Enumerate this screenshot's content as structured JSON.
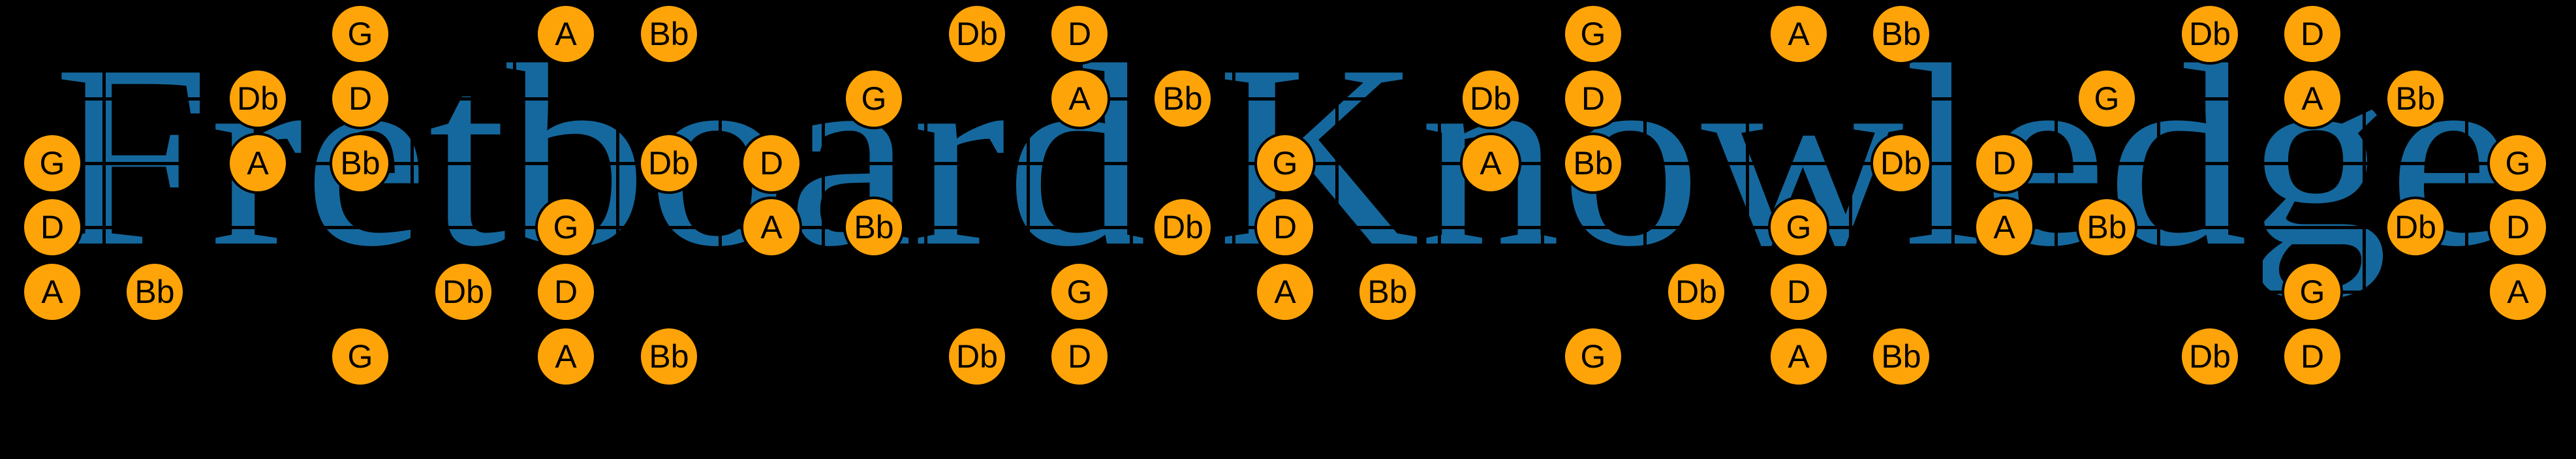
{
  "title": "Fretboard Knowledge",
  "colors": {
    "background": "#000000",
    "title_blue": "#15689d",
    "grid_line": "#000000",
    "note_fill": "#ffa408",
    "note_stroke": "#000000",
    "note_text": "#000000"
  },
  "fretboard": {
    "strings_count": 6,
    "frets_count": 25,
    "column_x": [
      80,
      237,
      395,
      552,
      710,
      867,
      1025,
      1182,
      1339,
      1497,
      1654,
      1812,
      1969,
      2126,
      2284,
      2441,
      2599,
      2756,
      2913,
      3071,
      3228,
      3386,
      3543,
      3701,
      3858
    ],
    "string_y": [
      52,
      151,
      250,
      348,
      447,
      546
    ],
    "fret_line_x": [
      159,
      316,
      473,
      631,
      788,
      946,
      1103,
      1261,
      1418,
      1575,
      1733,
      1890,
      2048,
      2205,
      2363,
      2520,
      2677,
      2835,
      2992,
      3150,
      3307,
      3464,
      3622,
      3779
    ],
    "note_radius": 47,
    "notes": [
      {
        "string": 0,
        "fret": 3,
        "label": "G"
      },
      {
        "string": 0,
        "fret": 5,
        "label": "A"
      },
      {
        "string": 0,
        "fret": 6,
        "label": "Bb"
      },
      {
        "string": 0,
        "fret": 9,
        "label": "Db"
      },
      {
        "string": 0,
        "fret": 10,
        "label": "D"
      },
      {
        "string": 0,
        "fret": 15,
        "label": "G"
      },
      {
        "string": 0,
        "fret": 17,
        "label": "A"
      },
      {
        "string": 0,
        "fret": 18,
        "label": "Bb"
      },
      {
        "string": 0,
        "fret": 21,
        "label": "Db"
      },
      {
        "string": 0,
        "fret": 22,
        "label": "D"
      },
      {
        "string": 1,
        "fret": 2,
        "label": "Db"
      },
      {
        "string": 1,
        "fret": 3,
        "label": "D"
      },
      {
        "string": 1,
        "fret": 8,
        "label": "G"
      },
      {
        "string": 1,
        "fret": 10,
        "label": "A"
      },
      {
        "string": 1,
        "fret": 11,
        "label": "Bb"
      },
      {
        "string": 1,
        "fret": 14,
        "label": "Db"
      },
      {
        "string": 1,
        "fret": 15,
        "label": "D"
      },
      {
        "string": 1,
        "fret": 20,
        "label": "G"
      },
      {
        "string": 1,
        "fret": 22,
        "label": "A"
      },
      {
        "string": 1,
        "fret": 23,
        "label": "Bb"
      },
      {
        "string": 2,
        "fret": 0,
        "label": "G"
      },
      {
        "string": 2,
        "fret": 2,
        "label": "A"
      },
      {
        "string": 2,
        "fret": 3,
        "label": "Bb"
      },
      {
        "string": 2,
        "fret": 6,
        "label": "Db"
      },
      {
        "string": 2,
        "fret": 7,
        "label": "D"
      },
      {
        "string": 2,
        "fret": 12,
        "label": "G"
      },
      {
        "string": 2,
        "fret": 14,
        "label": "A"
      },
      {
        "string": 2,
        "fret": 15,
        "label": "Bb"
      },
      {
        "string": 2,
        "fret": 18,
        "label": "Db"
      },
      {
        "string": 2,
        "fret": 19,
        "label": "D"
      },
      {
        "string": 2,
        "fret": 24,
        "label": "G"
      },
      {
        "string": 3,
        "fret": 0,
        "label": "D"
      },
      {
        "string": 3,
        "fret": 5,
        "label": "G"
      },
      {
        "string": 3,
        "fret": 7,
        "label": "A"
      },
      {
        "string": 3,
        "fret": 8,
        "label": "Bb"
      },
      {
        "string": 3,
        "fret": 11,
        "label": "Db"
      },
      {
        "string": 3,
        "fret": 12,
        "label": "D"
      },
      {
        "string": 3,
        "fret": 17,
        "label": "G"
      },
      {
        "string": 3,
        "fret": 19,
        "label": "A"
      },
      {
        "string": 3,
        "fret": 20,
        "label": "Bb"
      },
      {
        "string": 3,
        "fret": 23,
        "label": "Db"
      },
      {
        "string": 3,
        "fret": 24,
        "label": "D"
      },
      {
        "string": 4,
        "fret": 0,
        "label": "A"
      },
      {
        "string": 4,
        "fret": 1,
        "label": "Bb"
      },
      {
        "string": 4,
        "fret": 4,
        "label": "Db"
      },
      {
        "string": 4,
        "fret": 5,
        "label": "D"
      },
      {
        "string": 4,
        "fret": 10,
        "label": "G"
      },
      {
        "string": 4,
        "fret": 12,
        "label": "A"
      },
      {
        "string": 4,
        "fret": 13,
        "label": "Bb"
      },
      {
        "string": 4,
        "fret": 16,
        "label": "Db"
      },
      {
        "string": 4,
        "fret": 17,
        "label": "D"
      },
      {
        "string": 4,
        "fret": 22,
        "label": "G"
      },
      {
        "string": 4,
        "fret": 24,
        "label": "A"
      },
      {
        "string": 5,
        "fret": 3,
        "label": "G"
      },
      {
        "string": 5,
        "fret": 5,
        "label": "A"
      },
      {
        "string": 5,
        "fret": 6,
        "label": "Bb"
      },
      {
        "string": 5,
        "fret": 9,
        "label": "Db"
      },
      {
        "string": 5,
        "fret": 10,
        "label": "D"
      },
      {
        "string": 5,
        "fret": 15,
        "label": "G"
      },
      {
        "string": 5,
        "fret": 17,
        "label": "A"
      },
      {
        "string": 5,
        "fret": 18,
        "label": "Bb"
      },
      {
        "string": 5,
        "fret": 21,
        "label": "Db"
      },
      {
        "string": 5,
        "fret": 22,
        "label": "D"
      }
    ]
  }
}
